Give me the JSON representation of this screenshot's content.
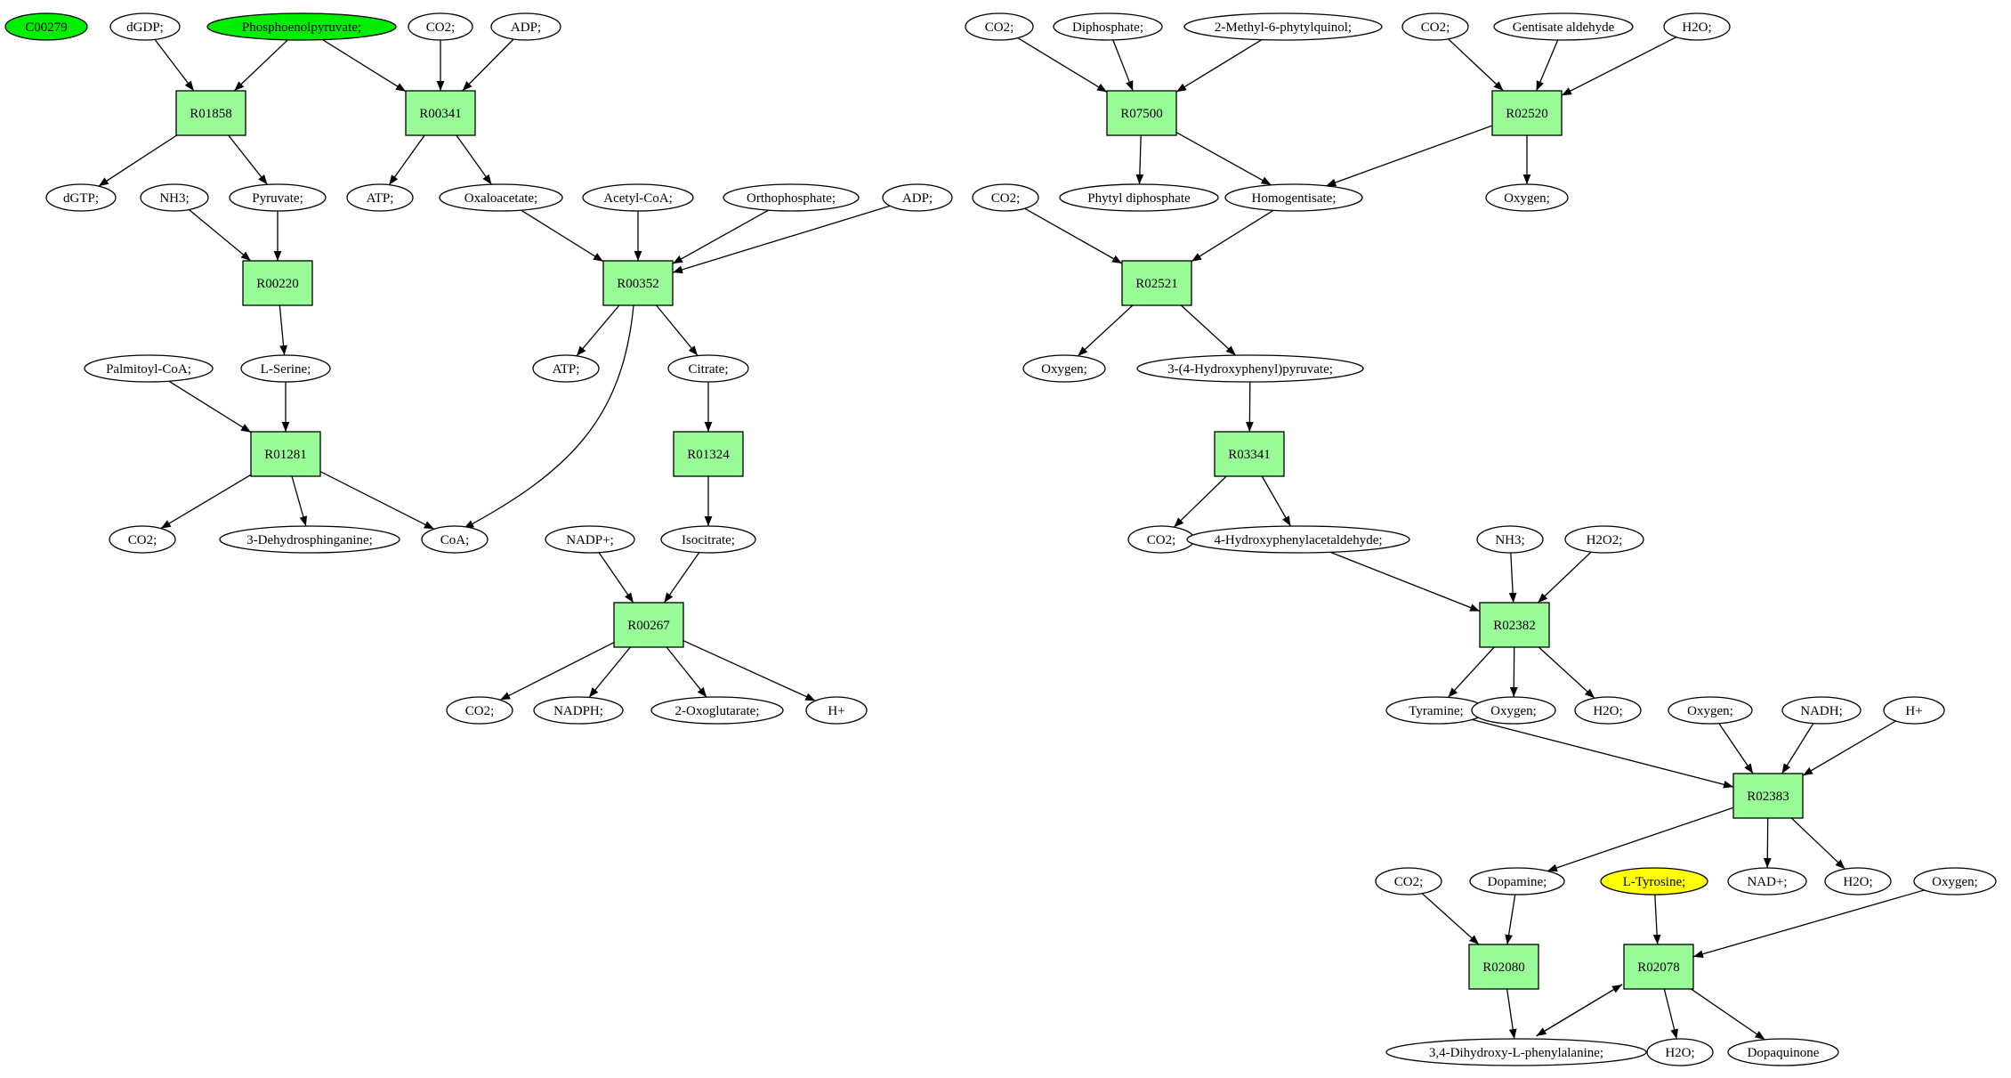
{
  "colors": {
    "reaction_fill": "#98fb98",
    "compound_fill": "#ffffff",
    "highlight_green": "#00ee00",
    "highlight_yellow": "#ffff00",
    "stroke": "#000000"
  },
  "nodes": [
    {
      "id": "c00279",
      "type": "compound",
      "label": "C00279",
      "fill": "green"
    },
    {
      "id": "dgdp",
      "type": "compound",
      "label": "dGDP;"
    },
    {
      "id": "pep",
      "type": "compound",
      "label": "Phosphoenolpyruvate;",
      "fill": "green"
    },
    {
      "id": "co2_a",
      "type": "compound",
      "label": "CO2;"
    },
    {
      "id": "adp_a",
      "type": "compound",
      "label": "ADP;"
    },
    {
      "id": "r01858",
      "type": "reaction",
      "label": "R01858"
    },
    {
      "id": "r00341",
      "type": "reaction",
      "label": "R00341"
    },
    {
      "id": "dgtp",
      "type": "compound",
      "label": "dGTP;"
    },
    {
      "id": "nh3_a",
      "type": "compound",
      "label": "NH3;"
    },
    {
      "id": "pyruvate",
      "type": "compound",
      "label": "Pyruvate;"
    },
    {
      "id": "atp_a",
      "type": "compound",
      "label": "ATP;"
    },
    {
      "id": "oxaloacetate",
      "type": "compound",
      "label": "Oxaloacetate;"
    },
    {
      "id": "acetylcoa",
      "type": "compound",
      "label": "Acetyl-CoA;"
    },
    {
      "id": "orthophosphate",
      "type": "compound",
      "label": "Orthophosphate;"
    },
    {
      "id": "adp_b",
      "type": "compound",
      "label": "ADP;"
    },
    {
      "id": "r00220",
      "type": "reaction",
      "label": "R00220"
    },
    {
      "id": "r00352",
      "type": "reaction",
      "label": "R00352"
    },
    {
      "id": "palmitoylcoa",
      "type": "compound",
      "label": "Palmitoyl-CoA;"
    },
    {
      "id": "lserine",
      "type": "compound",
      "label": "L-Serine;"
    },
    {
      "id": "atp_b",
      "type": "compound",
      "label": "ATP;"
    },
    {
      "id": "citrate",
      "type": "compound",
      "label": "Citrate;"
    },
    {
      "id": "r01281",
      "type": "reaction",
      "label": "R01281"
    },
    {
      "id": "r01324",
      "type": "reaction",
      "label": "R01324"
    },
    {
      "id": "co2_b",
      "type": "compound",
      "label": "CO2;"
    },
    {
      "id": "dehydrosphinganine",
      "type": "compound",
      "label": "3-Dehydrosphinganine;"
    },
    {
      "id": "coa",
      "type": "compound",
      "label": "CoA;"
    },
    {
      "id": "nadp",
      "type": "compound",
      "label": "NADP+;"
    },
    {
      "id": "isocitrate",
      "type": "compound",
      "label": "Isocitrate;"
    },
    {
      "id": "r00267",
      "type": "reaction",
      "label": "R00267"
    },
    {
      "id": "co2_c",
      "type": "compound",
      "label": "CO2;"
    },
    {
      "id": "nadph",
      "type": "compound",
      "label": "NADPH;"
    },
    {
      "id": "oxoglutarate",
      "type": "compound",
      "label": "2-Oxoglutarate;"
    },
    {
      "id": "hplus_a",
      "type": "compound",
      "label": "H+"
    },
    {
      "id": "co2_d",
      "type": "compound",
      "label": "CO2;"
    },
    {
      "id": "diphosphate",
      "type": "compound",
      "label": "Diphosphate;"
    },
    {
      "id": "methylphytyl",
      "type": "compound",
      "label": "2-Methyl-6-phytylquinol;"
    },
    {
      "id": "co2_e",
      "type": "compound",
      "label": "CO2;"
    },
    {
      "id": "gentisate",
      "type": "compound",
      "label": "Gentisate aldehyde"
    },
    {
      "id": "h2o_a",
      "type": "compound",
      "label": "H2O;"
    },
    {
      "id": "r07500",
      "type": "reaction",
      "label": "R07500"
    },
    {
      "id": "r02520",
      "type": "reaction",
      "label": "R02520"
    },
    {
      "id": "co2_f",
      "type": "compound",
      "label": "CO2;"
    },
    {
      "id": "phytyldiphosphate",
      "type": "compound",
      "label": "Phytyl diphosphate"
    },
    {
      "id": "homogentisate",
      "type": "compound",
      "label": "Homogentisate;"
    },
    {
      "id": "oxygen_a",
      "type": "compound",
      "label": "Oxygen;"
    },
    {
      "id": "r02521",
      "type": "reaction",
      "label": "R02521"
    },
    {
      "id": "oxygen_b",
      "type": "compound",
      "label": "Oxygen;"
    },
    {
      "id": "hppyruvate",
      "type": "compound",
      "label": "3-(4-Hydroxyphenyl)pyruvate;"
    },
    {
      "id": "r03341",
      "type": "reaction",
      "label": "R03341"
    },
    {
      "id": "co2_g",
      "type": "compound",
      "label": "CO2;"
    },
    {
      "id": "hpacetaldehyde",
      "type": "compound",
      "label": "4-Hydroxyphenylacetaldehyde;"
    },
    {
      "id": "nh3_b",
      "type": "compound",
      "label": "NH3;"
    },
    {
      "id": "h2o2",
      "type": "compound",
      "label": "H2O2;"
    },
    {
      "id": "r02382",
      "type": "reaction",
      "label": "R02382"
    },
    {
      "id": "tyramine",
      "type": "compound",
      "label": "Tyramine;"
    },
    {
      "id": "oxygen_c",
      "type": "compound",
      "label": "Oxygen;"
    },
    {
      "id": "h2o_b",
      "type": "compound",
      "label": "H2O;"
    },
    {
      "id": "oxygen_d",
      "type": "compound",
      "label": "Oxygen;"
    },
    {
      "id": "nadh",
      "type": "compound",
      "label": "NADH;"
    },
    {
      "id": "hplus_b",
      "type": "compound",
      "label": "H+"
    },
    {
      "id": "r02383",
      "type": "reaction",
      "label": "R02383"
    },
    {
      "id": "co2_h",
      "type": "compound",
      "label": "CO2;"
    },
    {
      "id": "dopamine",
      "type": "compound",
      "label": "Dopamine;"
    },
    {
      "id": "ltyrosine",
      "type": "compound",
      "label": "L-Tyrosine;",
      "fill": "yellow"
    },
    {
      "id": "nadplus",
      "type": "compound",
      "label": "NAD+;"
    },
    {
      "id": "h2o_c",
      "type": "compound",
      "label": "H2O;"
    },
    {
      "id": "oxygen_e",
      "type": "compound",
      "label": "Oxygen;"
    },
    {
      "id": "r02080",
      "type": "reaction",
      "label": "R02080"
    },
    {
      "id": "r02078",
      "type": "reaction",
      "label": "R02078"
    },
    {
      "id": "dopa",
      "type": "compound",
      "label": "3,4-Dihydroxy-L-phenylalanine;"
    },
    {
      "id": "h2o_d",
      "type": "compound",
      "label": "H2O;"
    },
    {
      "id": "dopaquinone",
      "type": "compound",
      "label": "Dopaquinone"
    }
  ],
  "edges": [
    [
      "dgdp",
      "r01858"
    ],
    [
      "pep",
      "r01858"
    ],
    [
      "r01858",
      "dgtp"
    ],
    [
      "r01858",
      "pyruvate"
    ],
    [
      "pep",
      "r00341"
    ],
    [
      "co2_a",
      "r00341"
    ],
    [
      "adp_a",
      "r00341"
    ],
    [
      "r00341",
      "atp_a"
    ],
    [
      "r00341",
      "oxaloacetate"
    ],
    [
      "nh3_a",
      "r00220"
    ],
    [
      "pyruvate",
      "r00220"
    ],
    [
      "r00220",
      "lserine"
    ],
    [
      "oxaloacetate",
      "r00352"
    ],
    [
      "acetylcoa",
      "r00352"
    ],
    [
      "orthophosphate",
      "r00352"
    ],
    [
      "adp_b",
      "r00352"
    ],
    [
      "r00352",
      "atp_b"
    ],
    [
      "r00352",
      "citrate"
    ],
    [
      "r00352",
      "coa"
    ],
    [
      "palmitoylcoa",
      "r01281"
    ],
    [
      "lserine",
      "r01281"
    ],
    [
      "r01281",
      "co2_b"
    ],
    [
      "r01281",
      "dehydrosphinganine"
    ],
    [
      "r01281",
      "coa"
    ],
    [
      "citrate",
      "r01324"
    ],
    [
      "r01324",
      "isocitrate"
    ],
    [
      "nadp",
      "r00267"
    ],
    [
      "isocitrate",
      "r00267"
    ],
    [
      "r00267",
      "co2_c"
    ],
    [
      "r00267",
      "nadph"
    ],
    [
      "r00267",
      "oxoglutarate"
    ],
    [
      "r00267",
      "hplus_a"
    ],
    [
      "co2_d",
      "r07500"
    ],
    [
      "diphosphate",
      "r07500"
    ],
    [
      "methylphytyl",
      "r07500"
    ],
    [
      "r07500",
      "phytyldiphosphate"
    ],
    [
      "r07500",
      "homogentisate"
    ],
    [
      "co2_e",
      "r02520"
    ],
    [
      "gentisate",
      "r02520"
    ],
    [
      "h2o_a",
      "r02520"
    ],
    [
      "r02520",
      "homogentisate"
    ],
    [
      "r02520",
      "oxygen_a"
    ],
    [
      "co2_f",
      "r02521"
    ],
    [
      "homogentisate",
      "r02521"
    ],
    [
      "r02521",
      "oxygen_b"
    ],
    [
      "r02521",
      "hppyruvate"
    ],
    [
      "hppyruvate",
      "r03341"
    ],
    [
      "r03341",
      "co2_g"
    ],
    [
      "r03341",
      "hpacetaldehyde"
    ],
    [
      "hpacetaldehyde",
      "r02382"
    ],
    [
      "nh3_b",
      "r02382"
    ],
    [
      "h2o2",
      "r02382"
    ],
    [
      "r02382",
      "tyramine"
    ],
    [
      "r02382",
      "oxygen_c"
    ],
    [
      "r02382",
      "h2o_b"
    ],
    [
      "tyramine",
      "r02383"
    ],
    [
      "oxygen_d",
      "r02383"
    ],
    [
      "nadh",
      "r02383"
    ],
    [
      "hplus_b",
      "r02383"
    ],
    [
      "r02383",
      "dopamine"
    ],
    [
      "r02383",
      "nadplus"
    ],
    [
      "r02383",
      "h2o_c"
    ],
    [
      "co2_h",
      "r02080"
    ],
    [
      "dopamine",
      "r02080"
    ],
    [
      "r02080",
      "dopa"
    ],
    [
      "ltyrosine",
      "r02078"
    ],
    [
      "oxygen_e",
      "r02078"
    ],
    [
      "r02078",
      "dopa"
    ],
    [
      "dopa",
      "r02078"
    ],
    [
      "r02078",
      "h2o_d"
    ],
    [
      "r02078",
      "dopaquinone"
    ]
  ]
}
